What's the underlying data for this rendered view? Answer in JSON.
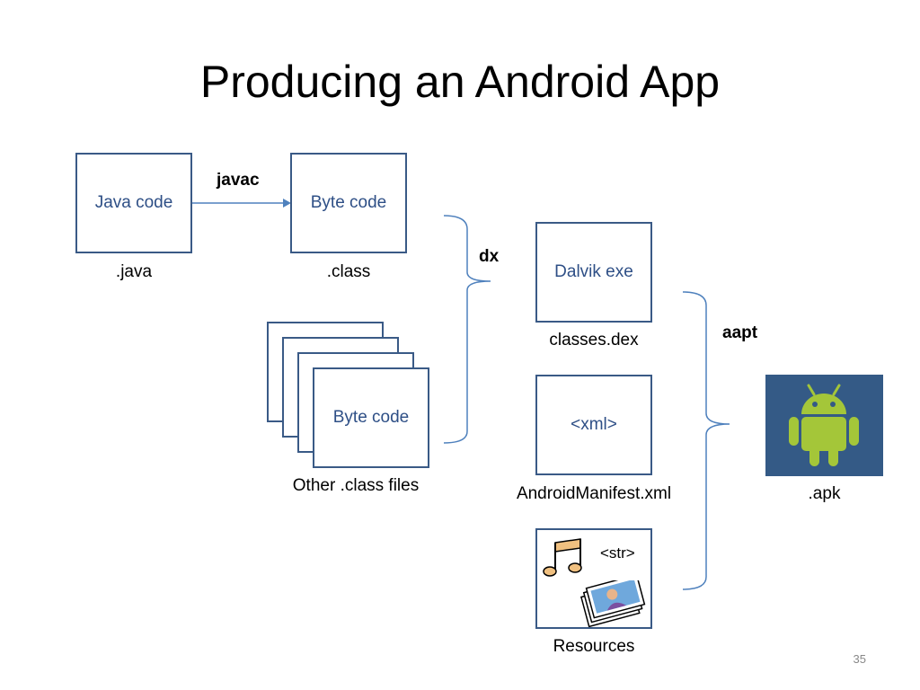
{
  "slide": {
    "title": "Producing an Android App",
    "page_number": "35"
  },
  "boxes": {
    "java_code": "Java code",
    "byte_code": "Byte code",
    "byte_code_stack": "Byte code",
    "dalvik_exe": "Dalvik exe",
    "xml": "<xml>",
    "resources_str": "<str>"
  },
  "captions": {
    "java": ".java",
    "class": ".class",
    "other_class": "Other .class files",
    "classes_dex": "classes.dex",
    "manifest": "AndroidManifest.xml",
    "resources": "Resources",
    "apk": ".apk"
  },
  "operations": {
    "javac": "javac",
    "dx": "dx",
    "aapt": "aapt"
  },
  "colors": {
    "box_border": "#3a5a86",
    "box_text": "#2e4f86",
    "connector": "#4f81bd",
    "apk_background": "#345a86",
    "android_green": "#a4c639"
  }
}
